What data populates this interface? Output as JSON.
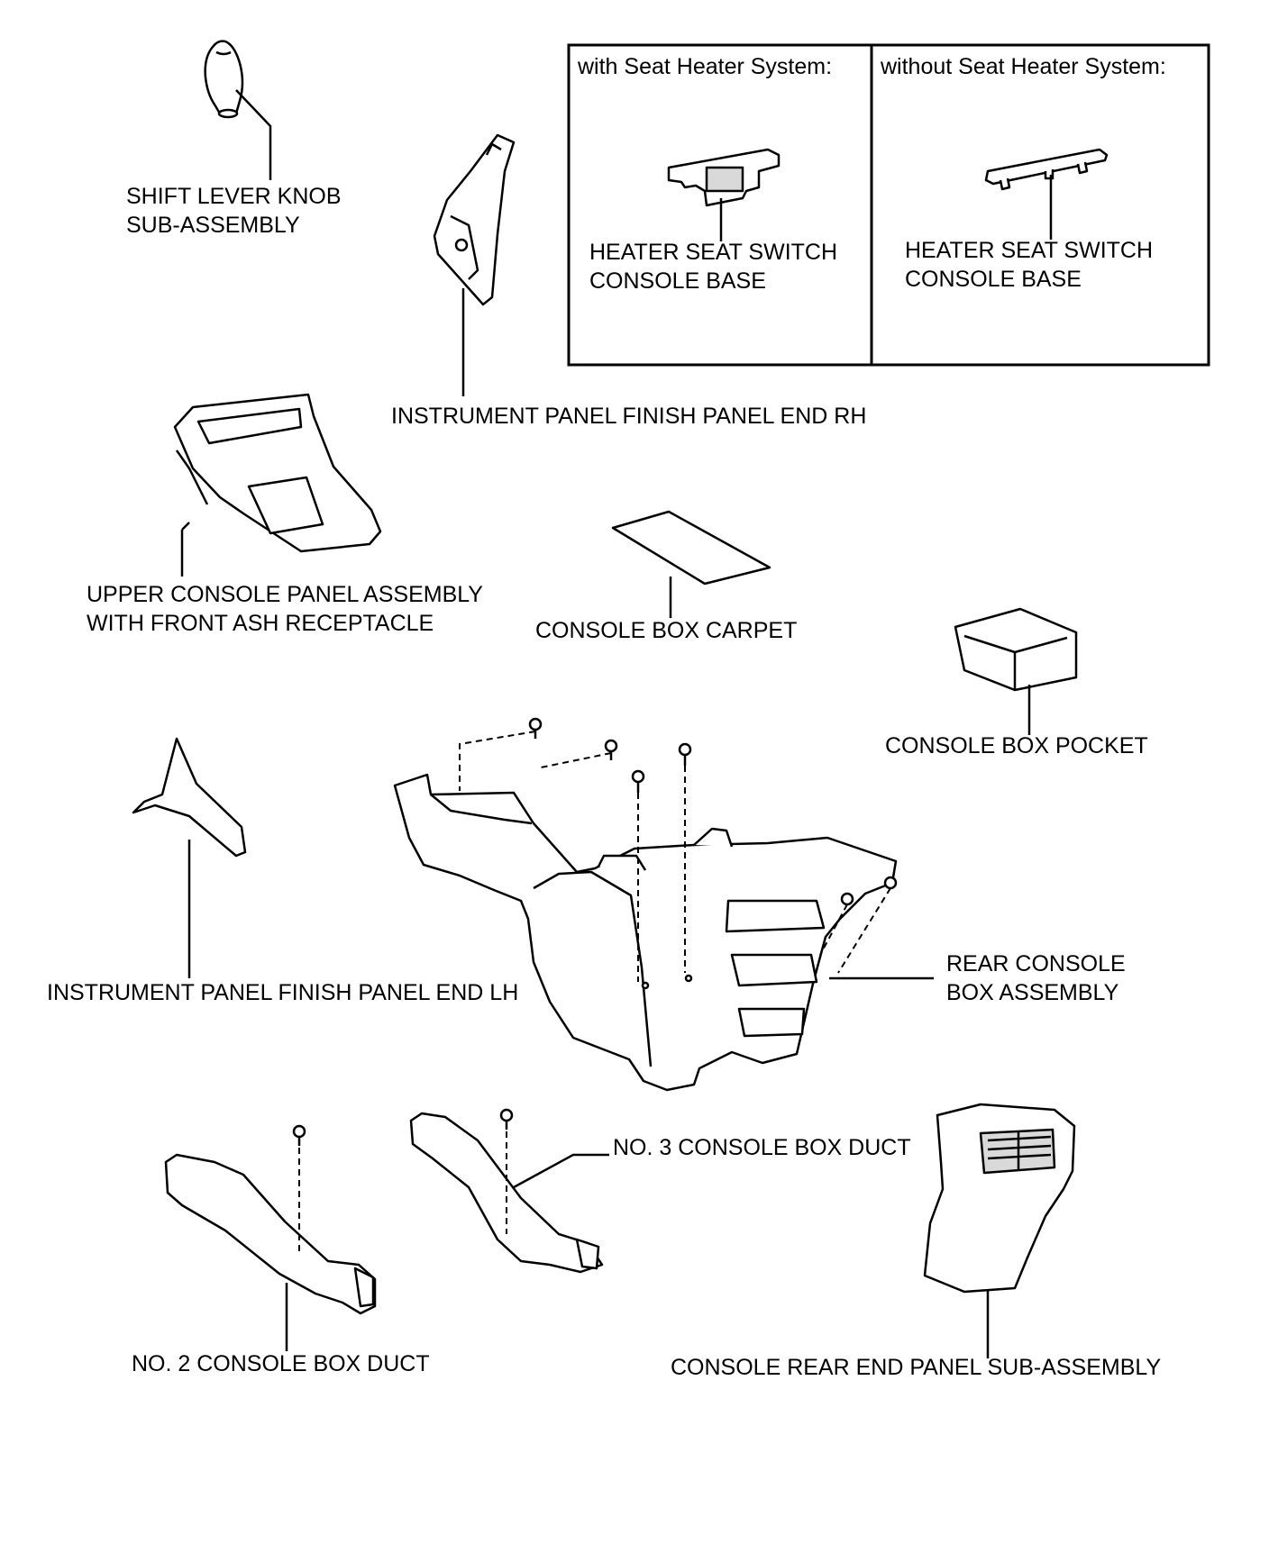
{
  "inset": {
    "left_title": "with Seat Heater System:",
    "right_title": "without Seat Heater System:"
  },
  "labels": {
    "shift_knob": [
      "SHIFT LEVER KNOB",
      "SUB-ASSEMBLY"
    ],
    "heater_switch_with": [
      "HEATER SEAT SWITCH",
      "CONSOLE BASE"
    ],
    "heater_switch_without": [
      "HEATER SEAT SWITCH",
      "CONSOLE BASE"
    ],
    "finish_panel_rh": "INSTRUMENT PANEL FINISH PANEL END RH",
    "upper_console": [
      "UPPER CONSOLE PANEL ASSEMBLY",
      "WITH FRONT ASH RECEPTACLE"
    ],
    "console_box_carpet": "CONSOLE BOX CARPET",
    "console_box_pocket": "CONSOLE BOX POCKET",
    "finish_panel_lh": "INSTRUMENT PANEL FINISH PANEL END LH",
    "rear_console_box": [
      "REAR CONSOLE",
      "BOX ASSEMBLY"
    ],
    "no3_duct": "NO. 3 CONSOLE BOX DUCT",
    "no2_duct": "NO. 2 CONSOLE BOX DUCT",
    "rear_end_panel": "CONSOLE REAR END PANEL SUB-ASSEMBLY"
  }
}
